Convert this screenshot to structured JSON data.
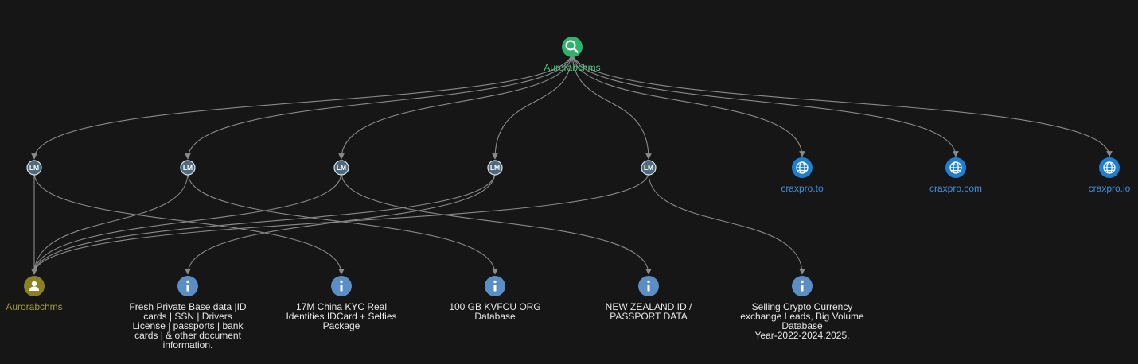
{
  "colors": {
    "background": "#161616",
    "edge": "#8a8a8a",
    "search_node": "#2fb36b",
    "search_label": "#4cc47f",
    "lm_node": "#4d6a7e",
    "domain_node": "#1e7fd0",
    "domain_label": "#3f8fe0",
    "info_node": "#5b8ec4",
    "info_label": "#e8e8e8",
    "user_node": "#8a8222",
    "user_label": "#a39b3a"
  },
  "nodes": {
    "root": {
      "type": "search",
      "icon": "search-icon",
      "label": "Aurorabchms"
    },
    "lm": [
      {
        "type": "lm",
        "text": "LM"
      },
      {
        "type": "lm",
        "text": "LM"
      },
      {
        "type": "lm",
        "text": "LM"
      },
      {
        "type": "lm",
        "text": "LM"
      },
      {
        "type": "lm",
        "text": "LM"
      }
    ],
    "domains": [
      {
        "type": "domain",
        "icon": "globe-icon",
        "label": "craxpro.to"
      },
      {
        "type": "domain",
        "icon": "globe-icon",
        "label": "craxpro.com"
      },
      {
        "type": "domain",
        "icon": "globe-icon",
        "label": "craxpro.io"
      }
    ],
    "user": {
      "type": "user",
      "icon": "user-icon",
      "label": "Aurorabchms"
    },
    "infos": [
      {
        "type": "info",
        "icon": "info-icon",
        "lines": [
          "Fresh Private Base data |ID",
          "cards | SSN | Drivers",
          "License | passports | bank",
          "cards | & other document",
          "information."
        ]
      },
      {
        "type": "info",
        "icon": "info-icon",
        "lines": [
          "17M China KYC Real",
          "Identities IDCard + Selfies",
          "Package"
        ]
      },
      {
        "type": "info",
        "icon": "info-icon",
        "lines": [
          "100 GB KVFCU ORG",
          "Database"
        ]
      },
      {
        "type": "info",
        "icon": "info-icon",
        "lines": [
          "NEW ZEALAND ID /",
          "PASSPORT DATA"
        ]
      },
      {
        "type": "info",
        "icon": "info-icon",
        "lines": [
          "Selling Crypto Currency",
          "exchange Leads, Big Volume",
          "Database",
          "Year-2022-2024,2025."
        ]
      }
    ]
  }
}
